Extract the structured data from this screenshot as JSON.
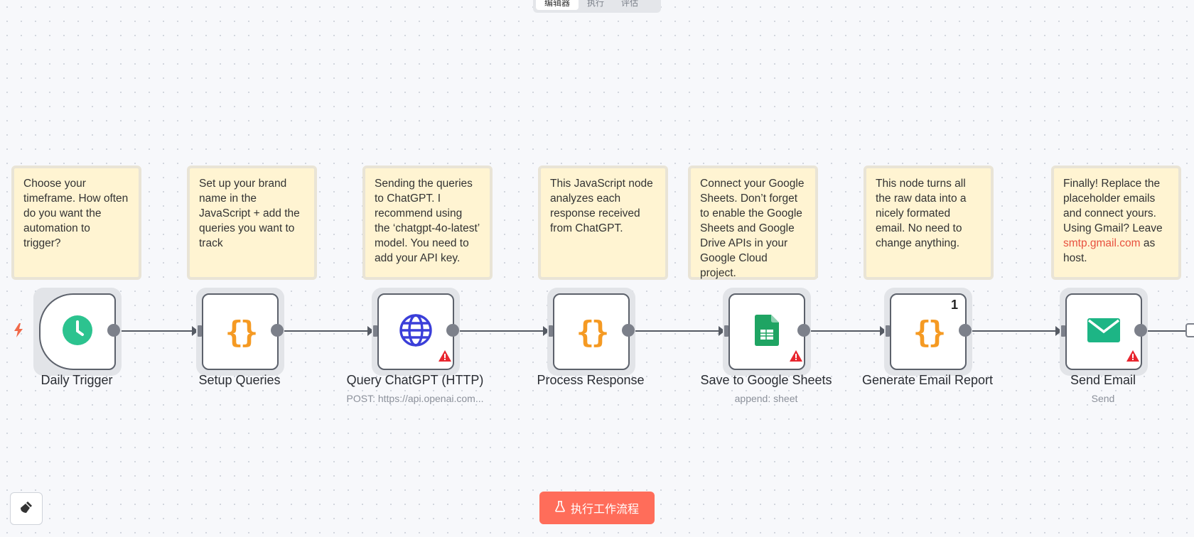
{
  "top_tabs": [
    "编辑器",
    "执行",
    "评估"
  ],
  "notes": [
    {
      "text": "Choose your timeframe. How often do you want the automation to trigger?"
    },
    {
      "text": "Set up your brand name in the JavaScript + add the queries you want to track"
    },
    {
      "text": "Sending the queries to ChatGPT. I recommend using the ‘chatgpt-4o-latest’ model. You need to add your API key."
    },
    {
      "text": "This JavaScript node analyzes each response received from ChatGPT."
    },
    {
      "text": "Connect your Google Sheets. Don’t forget to enable the Google Sheets and Google Drive APIs in your Google Cloud project."
    },
    {
      "text": "This node turns all the raw data into a nicely formated email. No need to change anything."
    },
    {
      "text_before": "Finally! Replace the placeholder emails and connect yours. Using Gmail? Leave",
      "link": "smtp.gmail.com",
      "text_after": "as host."
    }
  ],
  "nodes": [
    {
      "label": "Daily Trigger",
      "subtitle": "",
      "icon": "clock-icon"
    },
    {
      "label": "Setup Queries",
      "subtitle": "",
      "icon": "code-braces-icon"
    },
    {
      "label": "Query ChatGPT (HTTP)",
      "subtitle": "POST: https://api.openai.com...",
      "icon": "globe-icon"
    },
    {
      "label": "Process Response",
      "subtitle": "",
      "icon": "code-braces-icon"
    },
    {
      "label": "Save to Google Sheets",
      "subtitle": "append: sheet",
      "icon": "google-sheets-icon"
    },
    {
      "label": "Generate Email Report",
      "subtitle": "",
      "icon": "code-braces-icon",
      "badge": "1"
    },
    {
      "label": "Send Email",
      "subtitle": "Send",
      "icon": "envelope-icon"
    }
  ],
  "run_button": {
    "label": "执行工作流程"
  },
  "colors": {
    "accent": "#ff6d5a",
    "note_bg": "#fff4d2",
    "code_icon": "#f59a23",
    "warning": "#e8262f"
  }
}
